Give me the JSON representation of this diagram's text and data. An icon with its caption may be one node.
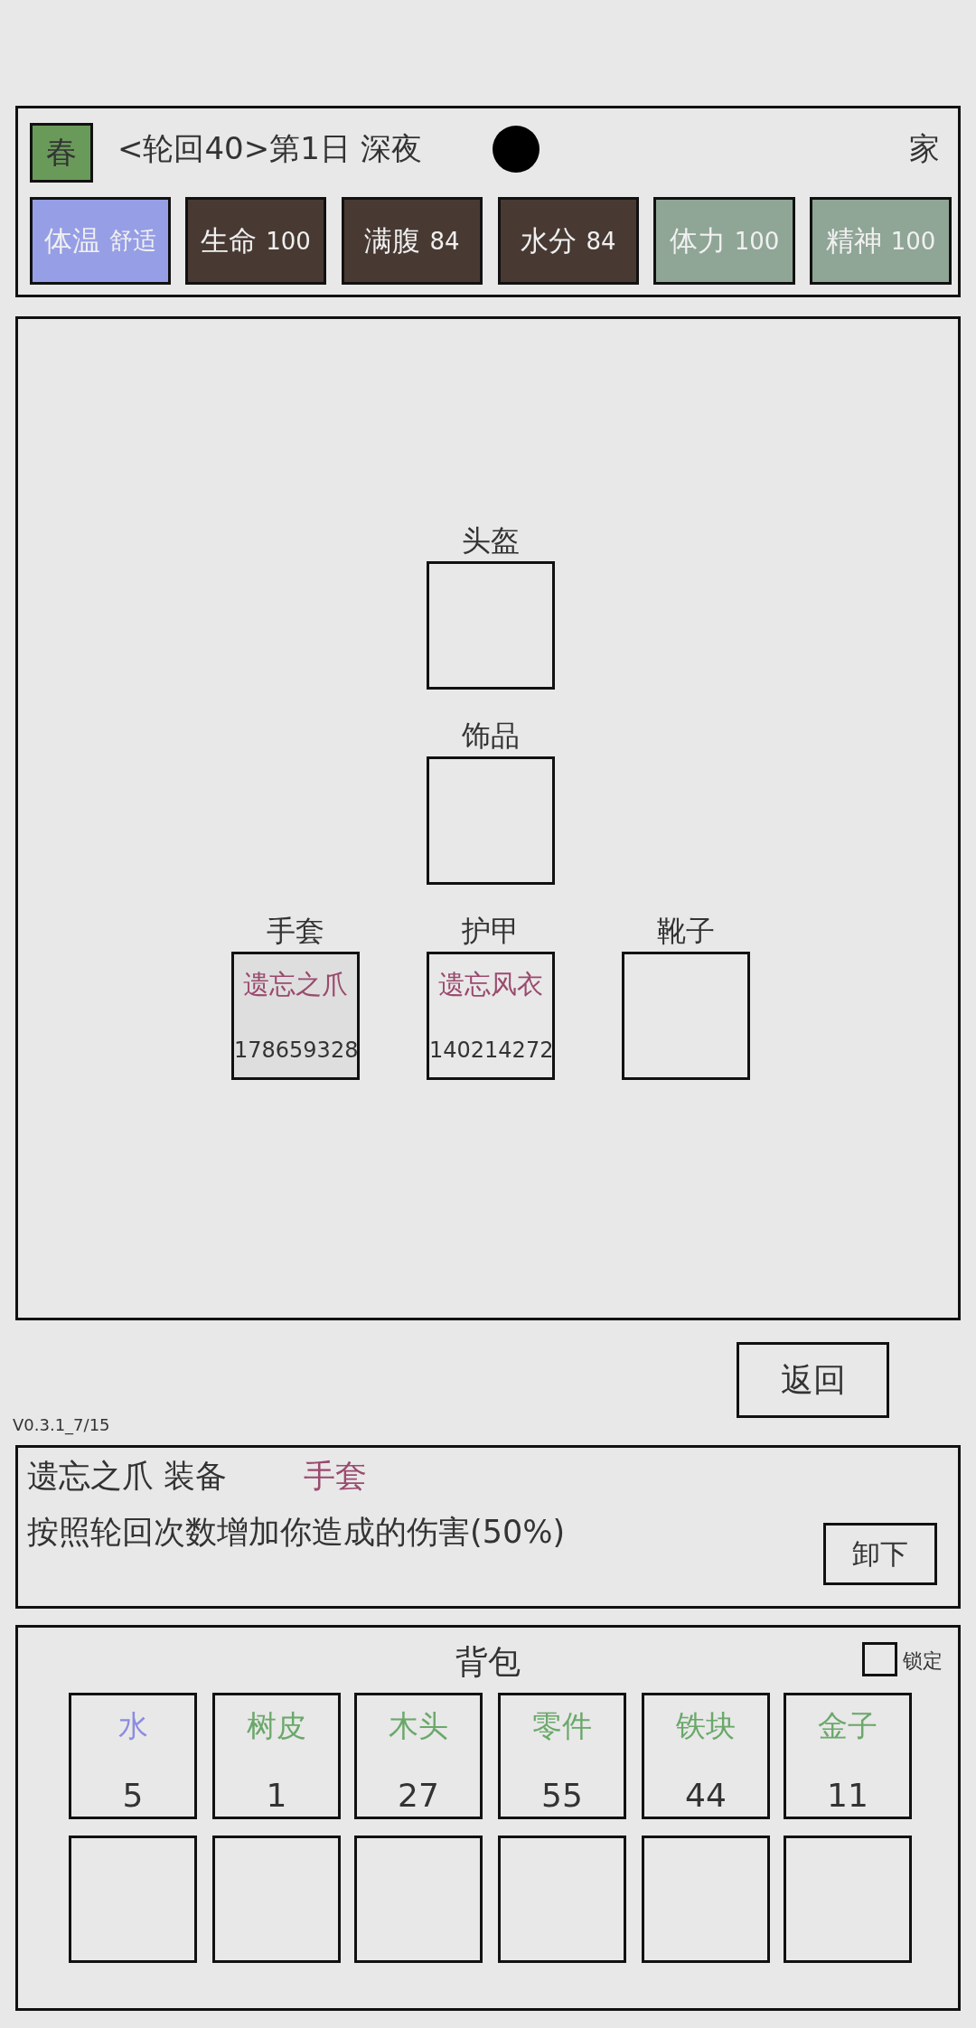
{
  "diagram": {
    "nodes": [
      {
        "text": [],
        "shape": "box"
      },
      {
        "text": [
          "春"
        ],
        "in": 0
      },
      {
        "text": [
          "体温",
          "舒适"
        ],
        "in": 0
      },
      {
        "text": [
          "生命",
          "100"
        ],
        "in": 0
      },
      {
        "text": [
          "满腹",
          "84"
        ],
        "in": 0
      },
      {
        "text": [
          "水分",
          "84"
        ],
        "in": 0
      },
      {
        "text": [
          "体力",
          "100"
        ],
        "in": 0
      },
      {
        "text": [
          "精神",
          "100"
        ],
        "in": 0
      },
      {
        "text": [],
        "shape": "box"
      },
      {
        "text": [
          "头盔"
        ],
        "in": 8
      },
      {
        "text": [
          "饰品"
        ],
        "in": 8
      },
      {
        "text": [
          "手套",
          "遗忘之爪",
          "178659328"
        ],
        "in": 8
      },
      {
        "text": [
          "护甲",
          "遗忘风衣",
          "140214272"
        ],
        "in": 8
      },
      {
        "text": [
          "靴子"
        ],
        "in": 8
      },
      {
        "text": [
          "返回"
        ]
      },
      {
        "text": [
          "遗忘之爪 装备",
          "手套",
          "按照轮回次数增加你造成的伤害(50%)"
        ]
      },
      {
        "text": [
          "卸下"
        ],
        "in": 15
      },
      {
        "text": [
          "背包"
        ]
      },
      {
        "text": [
          "锁定"
        ],
        "in": 17
      },
      {
        "text": [
          "水",
          "5"
        ],
        "in": 17
      },
      {
        "text": [
          "树皮",
          "1"
        ],
        "in": 17
      },
      {
        "text": [
          "木头",
          "27"
        ],
        "in": 17
      },
      {
        "text": [
          "零件",
          "55"
        ],
        "in": 17
      },
      {
        "text": [
          "铁块",
          "44"
        ],
        "in": 17
      },
      {
        "text": [
          "金子",
          "11"
        ],
        "in": 17
      },
      {
        "text": [],
        "shape": "box",
        "in": 17
      },
      {
        "text": [],
        "shape": "box",
        "in": 17
      },
      {
        "text": [],
        "shape": "box",
        "in": 17
      },
      {
        "text": [],
        "shape": "box",
        "in": 17
      },
      {
        "text": [],
        "shape": "box",
        "in": 17
      },
      {
        "text": [],
        "shape": "box",
        "in": 17
      }
    ],
    "labels": [
      "<轮回40>第1日 深夜",
      "家",
      "V0.3.1_7/15"
    ]
  }
}
